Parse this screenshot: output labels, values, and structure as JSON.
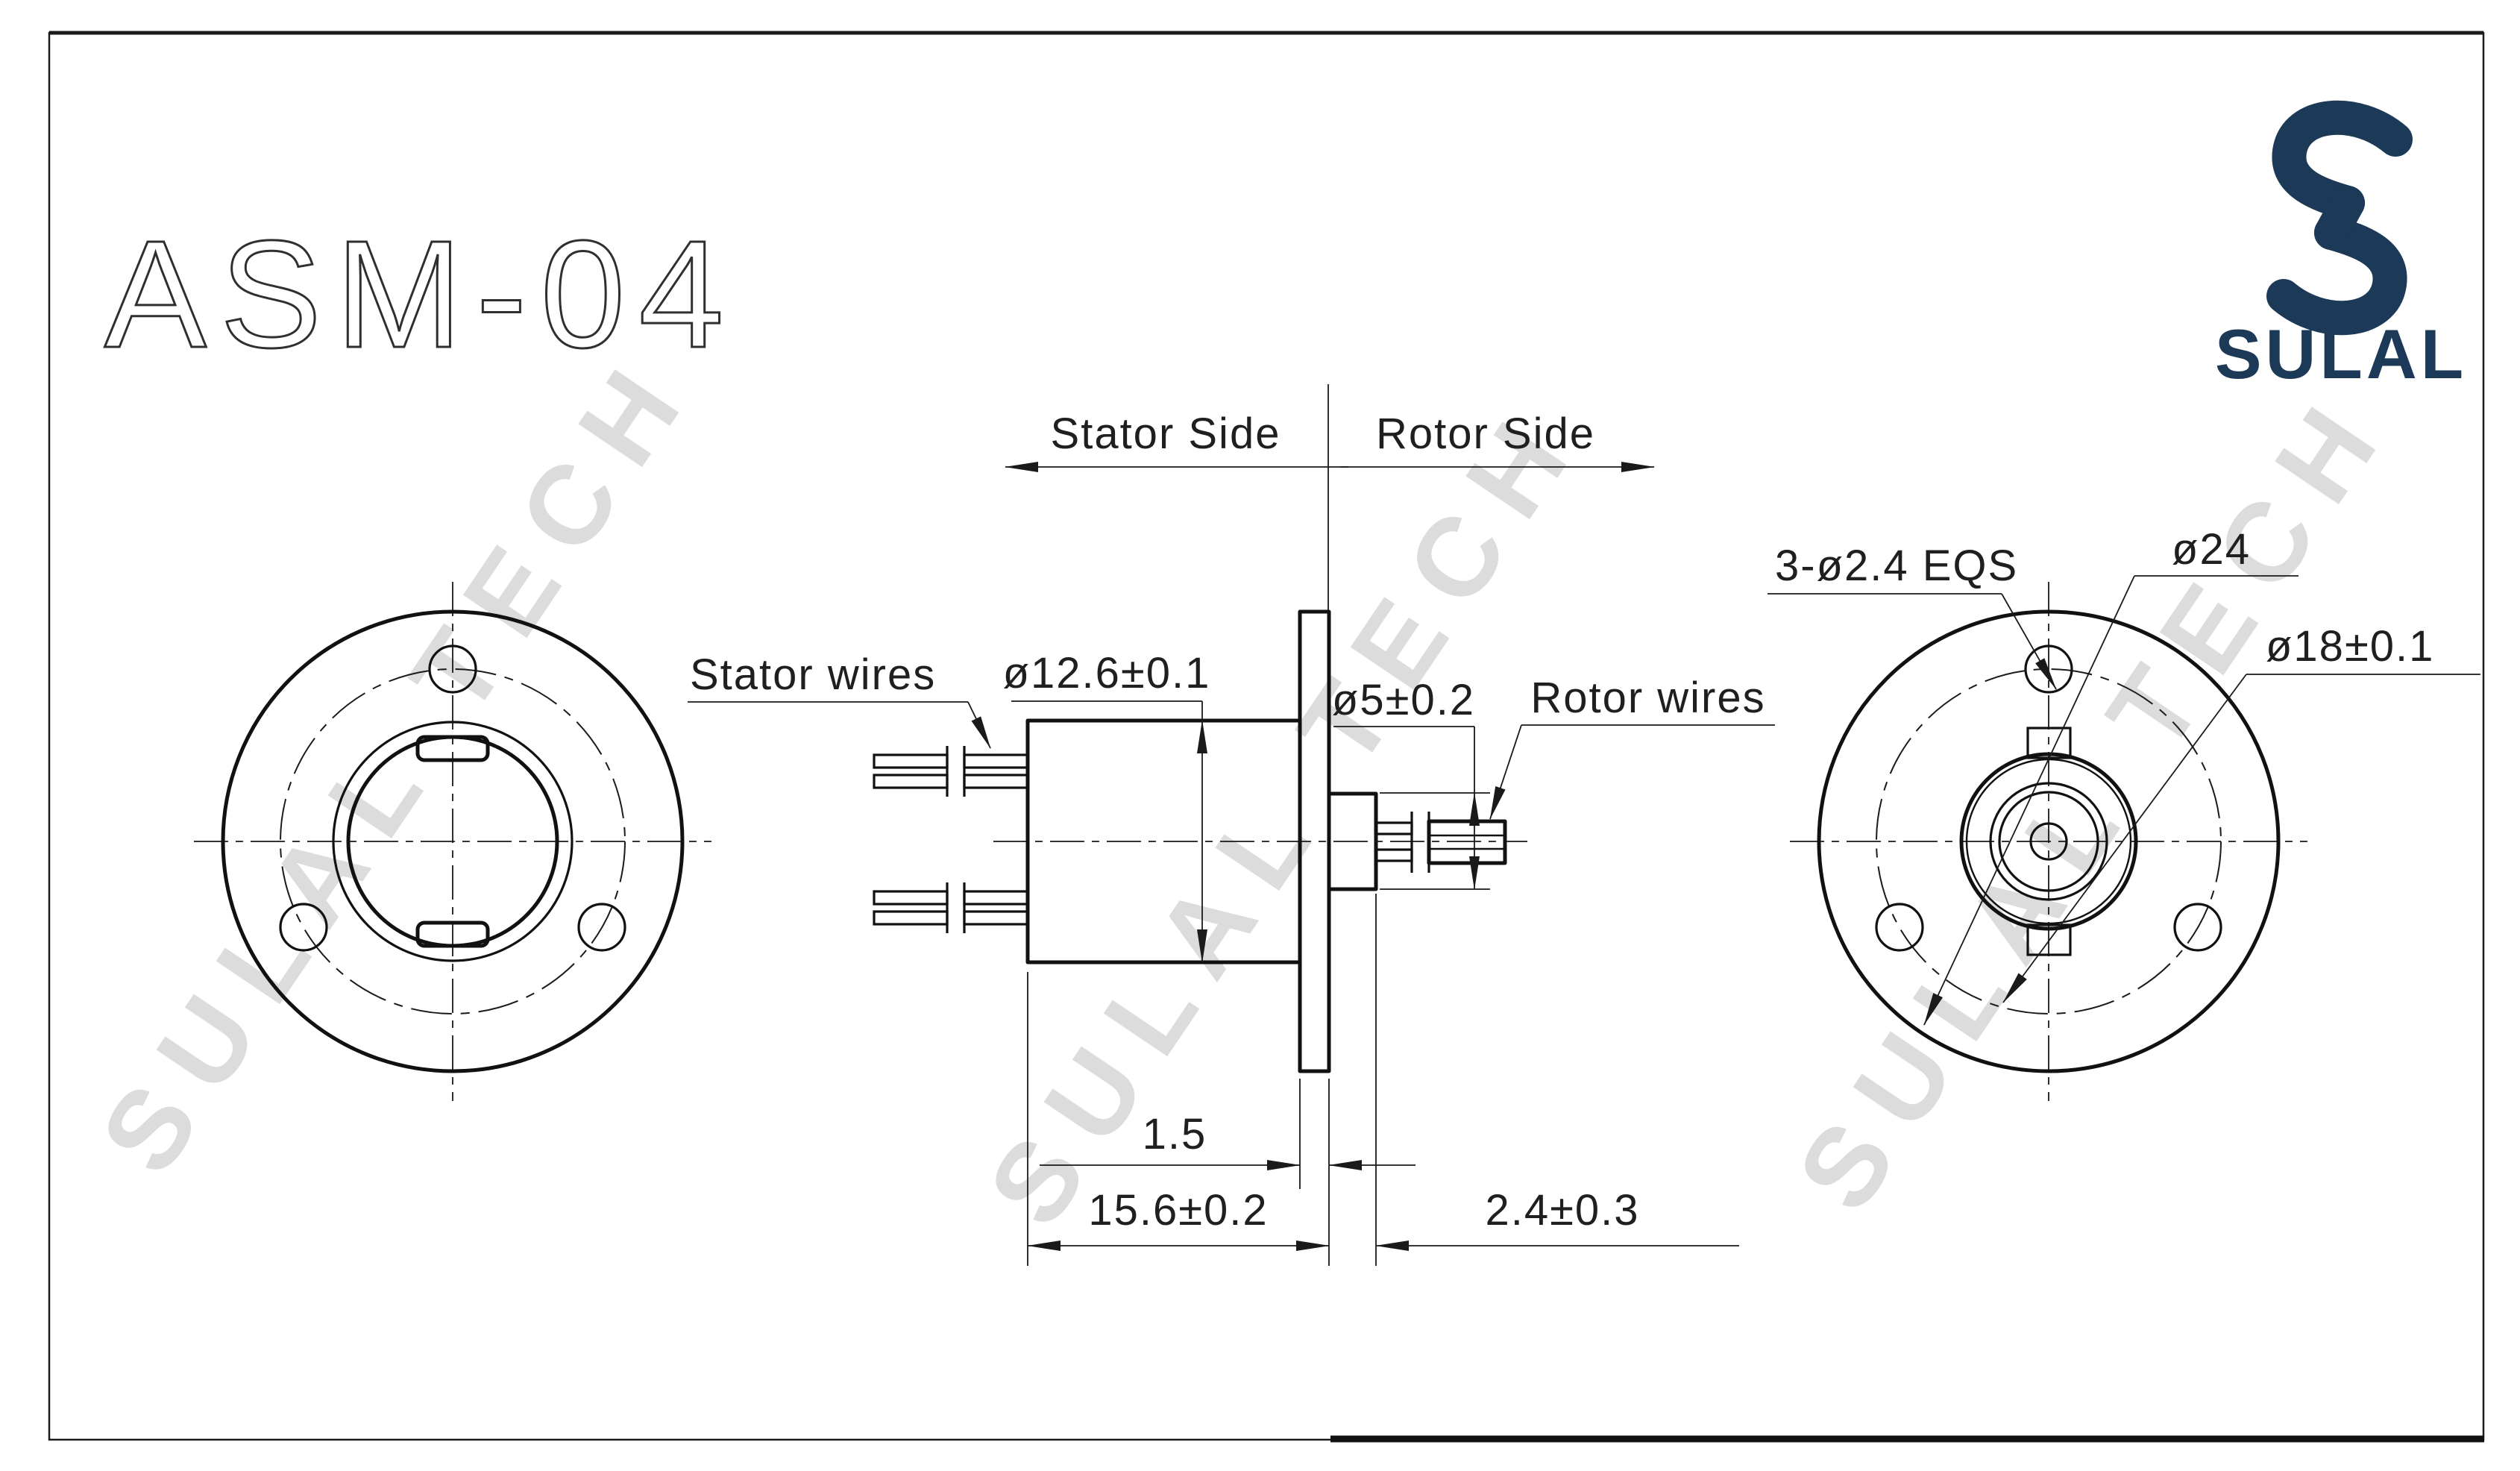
{
  "drawing": {
    "title": "ASM-04",
    "logo": {
      "brand": "SULAL",
      "color": "#1c3a57"
    },
    "watermark": {
      "text": "SULAL TECH",
      "color": "#dcdcdc"
    },
    "orientation": {
      "stator_side": "Stator Side",
      "rotor_side": "Rotor Side"
    },
    "labels": {
      "stator_wires": "Stator wires",
      "rotor_wires": "Rotor wires"
    },
    "dimensions": {
      "body_diameter": "ø12.6±0.1",
      "shaft_diameter": "ø5±0.2",
      "mount_holes": "3-ø2.4 EQS",
      "flange_diameter": "ø24",
      "bolt_circle_diameter": "ø18±0.1",
      "flange_thickness": "1.5",
      "stator_length": "15.6±0.2",
      "rotor_length": "2.4±0.3"
    },
    "colors": {
      "line": "#1a1a1a",
      "accent": "#1c3a57",
      "watermark": "#dcdcdc"
    }
  }
}
